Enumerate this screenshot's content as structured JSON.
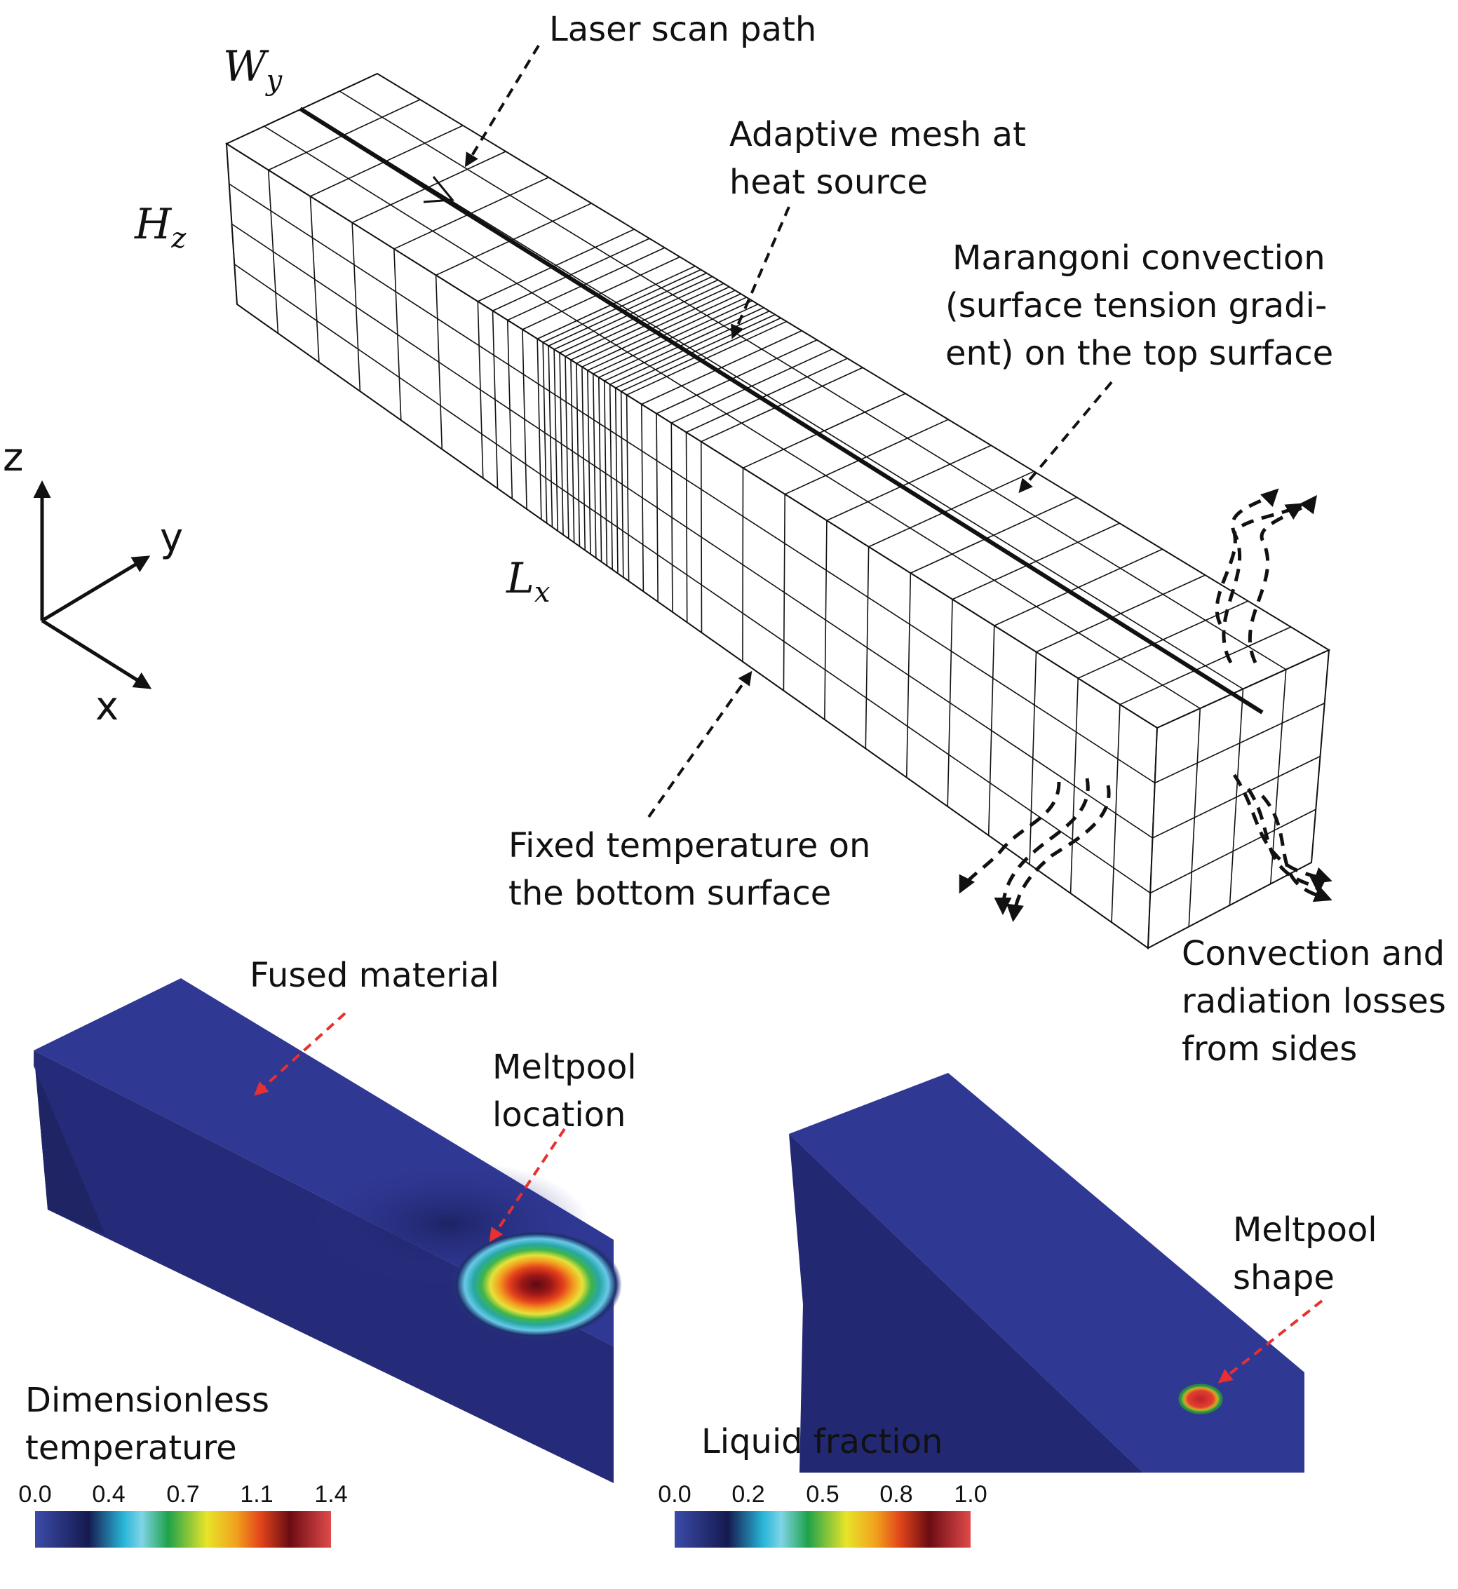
{
  "mesh": {
    "dims": {
      "width": "W",
      "width_sub": "y",
      "height": "H",
      "height_sub": "z",
      "length": "L",
      "length_sub": "x"
    },
    "axes": {
      "z": "z",
      "y": "y",
      "x": "x"
    },
    "annotations": {
      "laser": "Laser scan path",
      "adaptive_1": "Adaptive mesh at",
      "adaptive_2": "heat source",
      "marangoni_1": "Marangoni convection",
      "marangoni_2": "(surface tension gradi-",
      "marangoni_3": "ent) on the top surface",
      "fixed_1": "Fixed temperature on",
      "fixed_2": "the bottom surface",
      "conv_1": "Convection and",
      "conv_2": "radiation losses",
      "conv_3": "from sides"
    }
  },
  "temperature_view": {
    "fused": "Fused material",
    "meltpool_1": "Meltpool",
    "meltpool_2": "location",
    "caption_1": "Dimensionless",
    "caption_2": "temperature",
    "colorbar_ticks": [
      "0.0",
      "0.4",
      "0.7",
      "1.1",
      "1.4"
    ]
  },
  "liquid_view": {
    "meltpool_1": "Meltpool",
    "meltpool_2": "shape",
    "caption": "Liquid fraction",
    "colorbar_ticks": [
      "0.0",
      "0.2",
      "0.5",
      "0.8",
      "1.0"
    ]
  },
  "colors": {
    "domain_blue": "#2e3590",
    "arrow_red": "#e83030",
    "ink": "#111111"
  }
}
